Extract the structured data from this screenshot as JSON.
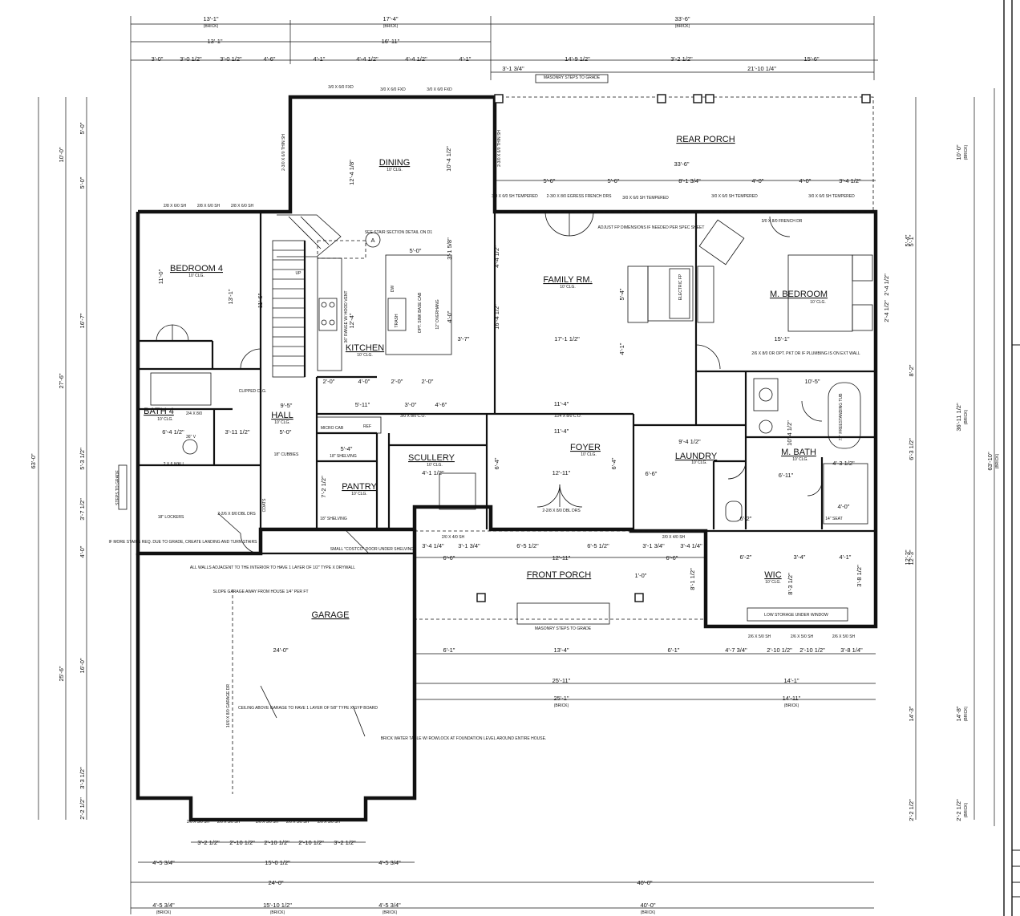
{
  "rooms": [
    {
      "name": "REAR PORCH",
      "clg": ""
    },
    {
      "name": "DINING",
      "clg": "10' CLG."
    },
    {
      "name": "BEDROOM 4",
      "clg": "10' CLG."
    },
    {
      "name": "KITCHEN",
      "clg": "10' CLG."
    },
    {
      "name": "FAMILY RM.",
      "clg": "10' CLG."
    },
    {
      "name": "M. BEDROOM",
      "clg": "10' CLG."
    },
    {
      "name": "BATH 4",
      "clg": "10' CLG."
    },
    {
      "name": "HALL",
      "clg": "10' CLG."
    },
    {
      "name": "SCULLERY",
      "clg": "10' CLG."
    },
    {
      "name": "PANTRY",
      "clg": "10' CLG."
    },
    {
      "name": "FOYER",
      "clg": "10' CLG."
    },
    {
      "name": "LAUNDRY",
      "clg": "10' CLG."
    },
    {
      "name": "M. BATH",
      "clg": "10' CLG."
    },
    {
      "name": "FRONT PORCH",
      "clg": ""
    },
    {
      "name": "WIC",
      "clg": "10' CLG."
    },
    {
      "name": "GARAGE",
      "clg": ""
    }
  ],
  "top_dims": {
    "row1": [
      "13'-1\"",
      "17'-4\"",
      "33'-6\""
    ],
    "row1_sub": [
      "(BRICK)",
      "(BRICK)",
      "(BRICK)"
    ],
    "row2": [
      "13'-1\"",
      "16'-11\""
    ],
    "row3": [
      "3'-0\"",
      "3'-0 1/2\"",
      "3'-0 1/2\"",
      "4'-6\"",
      "4'-1\"",
      "4'-4 1/2\"",
      "4'-4 1/2\"",
      "4'-1\""
    ],
    "row3_right": [
      "14'-9 1/2\"",
      "3'-2 1/2\"",
      "15'-6\""
    ],
    "row4_right": [
      "3'-1 3/4\"",
      "21'-10 1/4\""
    ]
  },
  "bottom_dims": {
    "row1": [
      "3'-2 1/2\"",
      "2'-10 1/2\"",
      "2'-10 1/2\"",
      "2'-10 1/2\"",
      "3'-2 1/2\""
    ],
    "row2": [
      "4'-5 3/4\"",
      "15'-0 1/2\"",
      "4'-5 3/4\""
    ],
    "row3": [
      "24'-0\"",
      "40'-0\""
    ],
    "row4": [
      "4'-5 3/4\"",
      "15'-10 1/2\"",
      "4'-5 3/4\"",
      "40'-0\""
    ],
    "row4_sub": [
      "(BRICK)",
      "(BRICK)",
      "(BRICK)",
      "(BRICK)"
    ]
  },
  "left_dims": {
    "outer": "63'-0\"",
    "col2": [
      "10'-0\"",
      "27'-6\"",
      "25'-6\""
    ],
    "col3": [
      "5'-0\"",
      "5'-0\"",
      "16'-7\"",
      "5'-3 1/2\"",
      "3'-7 1/2\"",
      "4'-0\"",
      "16'-0\"",
      "3'-3 1/2\"",
      "2'-2 1/2\""
    ]
  },
  "right_dims": {
    "outer": "63'-10\"",
    "outer_sub": "(BRICK)",
    "col2": [
      "10'-0\"",
      "36'-11 1/2\"",
      "14'-8\"",
      "2'-2 1/2\""
    ],
    "col2_sub": [
      "(BRICK)",
      "(BRICK)",
      "(BRICK)",
      "(BRICK)"
    ],
    "col3": [
      "5'-1\"",
      "8'-2\"",
      "6'-3 1/2\"",
      "12'-3\"",
      "14'-3\"",
      "2'-2 1/2\""
    ]
  },
  "porch_dims": {
    "rear": [
      "33'-6\"",
      "5'-6\"",
      "5'-6\"",
      "8'-1 3/4\"",
      "4'-0\"",
      "4'-0\"",
      "3'-4 1/2\""
    ],
    "front": [
      "3'-4 1/4\"",
      "3'-1 3/4\"",
      "6'-5 1/2\"",
      "6'-5 1/2\"",
      "3'-1 3/4\"",
      "3'-4 1/4\"",
      "6'-6\"",
      "12'-11\"",
      "6'-6\""
    ],
    "garage": [
      "24'-0\"",
      "6'-1\"",
      "13'-4\"",
      "6'-1\"",
      "25'-11\"",
      "25'-1\"",
      "14'-1\"",
      "14'-11\""
    ],
    "garage_sub": [
      "(BRICK)",
      "(BRICK)"
    ],
    "wic": [
      "6'-2\"",
      "3'-4\"",
      "4'-1\"",
      "4'-7 3/4\"",
      "2'-10 1/2\"",
      "2'-10 1/2\"",
      "3'-8 1/4\""
    ]
  },
  "room_dims": [
    "12'-4 1/8\"",
    "10'-4 1/2\"",
    "11'-0\"",
    "13'-1\"",
    "11'-6\"",
    "5'-0\"",
    "3'-1 5/8\"",
    "4'-0\"",
    "12'-4\"",
    "17'-1 1/2\"",
    "3'-7\"",
    "5'-4\"",
    "4'-1\"",
    "16'-4 1/2\"",
    "4'-4 1/2\"",
    "15'-1\"",
    "5'-4\"",
    "2'-4 1/2\"",
    "2'-4 1/2\"",
    "11'-4\"",
    "11'-4\"",
    "5'-11\"",
    "3'-0\"",
    "4'-6\"",
    "4'-0\"",
    "2'-0\"",
    "2'-0\"",
    "2'-0\"",
    "9'-5\"",
    "6'-4 1/2\"",
    "3'-11 1/2\"",
    "5'-0\"",
    "5'-4\"",
    "4'-1 1/2\"",
    "7'-2 1/2\"",
    "8'-1 1/2\"",
    "12'-11\"",
    "6'-4\"",
    "6'-4\"",
    "9'-4 1/2\"",
    "6'-6\"",
    "10'-5\"",
    "6'-11\"",
    "4'-3 1/2\"",
    "4'-0\"",
    "3'-8 1/2\"",
    "8'-3 1/2\"",
    "1'-0\"",
    "6'-2\"",
    "10'-4 1/2\"",
    "12'-3\""
  ],
  "openings": [
    "3/0 X 6/0 FXD",
    "3/0 X 6/0 FXD",
    "3/0 X 6/0 FXD",
    "2/8 X 6/0 SH",
    "2/8 X 6/0 SH",
    "2/8 X 6/0 SH",
    "3/0 X 6/0 SH TEMPERED",
    "2-3/0 X 8/0 EGRESS FRENCH DRS",
    "3/0 X 6/0 SH TEMPERED",
    "3/0 X 6/0 SH TEMPERED",
    "3/0 X 8/0 FRENCH DR",
    "3/0 X 6/0 SH TEMPERED",
    "2-2/8 X 8/0 DBL DRS",
    "2/0 X 4/0 SH",
    "2/0 X 4/0 SH",
    "2-2/6 X 8/0 DBL DRS",
    "2/4 X 8/0",
    "2 X 6 WALL",
    "11/4 X 8/0 C.O.",
    "3/0 X 8/0 C.O.",
    "2/6 X 5/0 SH",
    "2/6 X 5/0 SH",
    "2/6 X 5/0 SH",
    "2/6 X 5/0 SH",
    "2/6 X 5/0 SH",
    "2/6 X 5/0 SH",
    "2/6 X 5/0 SH",
    "2/6 X 5/0 SH",
    "16/0 X 8/0 GARAGE DR",
    "2-3/0 X 6/0 THIN SH",
    "2-3/0 X 6/0 THIN SH"
  ],
  "notes": [
    "MASONRY STEPS TO GRADE",
    "MASONRY STEPS TO GRADE",
    "SEE STAIR SECTION DETAIL ON D1",
    "ADJUST FP DIMENSIONS IF NEEDED PER SPEC SHEET",
    "2/6 X 8/0 OR OPT. PKT DR IF PLUMBING IS ON EXT WALL",
    "72\" FREESTANDING TUB",
    "36\" RANGE W/ HOOD VENT",
    "DW",
    "TRASH",
    "OPT. SINK BASE CAB",
    "12\" OVERHANG",
    "REF",
    "MICRO CAB",
    "18\" CUBBIES",
    "18\" SHELVING",
    "18\" SHELVING",
    "18\" LOCKERS",
    "COATS",
    "CLIPPED CLG.",
    "SMALL \"COSTCO\" DOOR UNDER SHELVING",
    "IF MORE STAIRS REQ. DUE TO GRADE, CREATE LANDING AND TURN STAIRS",
    "ALL WALLS ADJACENT TO THE INTERIOR TO HAVE 1 LAYER OF 1/2\" TYPE X DRYWALL",
    "SLOPE GARAGE AWAY FROM HOUSE 1/4\" PER FT",
    "CEILING ABOVE GARAGE TO HAVE 1 LAYER OF 5/8\" TYPE X GYP BOARD",
    "BRICK WATER TABLE W/ ROWLOCK AT FOUNDATION LEVEL AROUND ENTIRE HOUSE.",
    "LOW STORAGE UNDER WINDOW",
    "STEPS TO GRADE",
    "14\" SEAT",
    "ELECTRIC FP",
    "36\" V",
    "UP",
    "A"
  ]
}
